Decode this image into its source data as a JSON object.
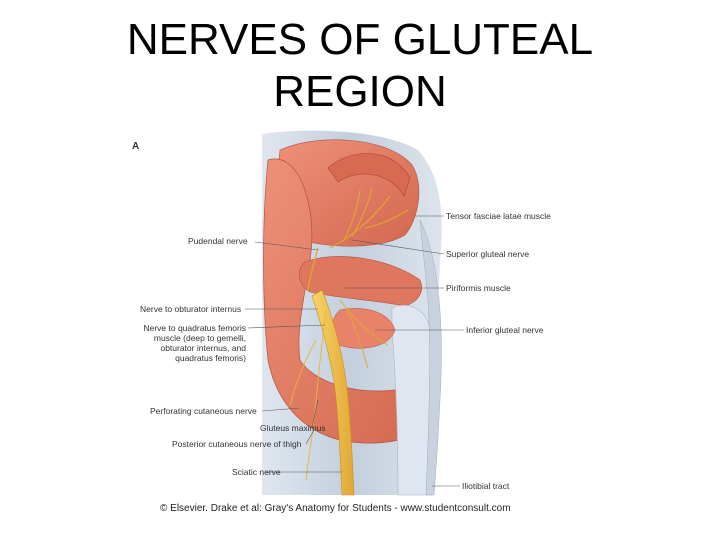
{
  "slide": {
    "title_line1": "NERVES OF GLUTEAL",
    "title_line2": "REGION"
  },
  "figure": {
    "letter": "A",
    "labels": {
      "tensor_fasciae_latae": "Tensor fasciae latae muscle",
      "pudendal_nerve": "Pudendal nerve",
      "superior_gluteal_nerve": "Superior gluteal nerve",
      "piriformis": "Piriformis muscle",
      "nerve_obturator_internus": "Nerve to obturator internus",
      "nerve_quadratus": "Nerve to quadratus femoris muscle (deep to gemelli, obturator internus, and quadratus femoris)",
      "inferior_gluteal_nerve": "Inferior gluteal nerve",
      "perforating_cutaneous": "Perforating cutaneous nerve",
      "gluteus_maximus": "Gluteus maximus",
      "posterior_cutaneous": "Posterior cutaneous nerve of thigh",
      "sciatic_nerve": "Sciatic nerve",
      "iliotibial_tract": "Iliotibial tract"
    },
    "credit": "© Elsevier. Drake et al: Gray's Anatomy for Students - www.studentconsult.com",
    "colors": {
      "muscle": "#e8836a",
      "muscle_dark": "#c85a45",
      "fascia": "#c9d3e0",
      "nerve": "#f2c24a"
    }
  }
}
